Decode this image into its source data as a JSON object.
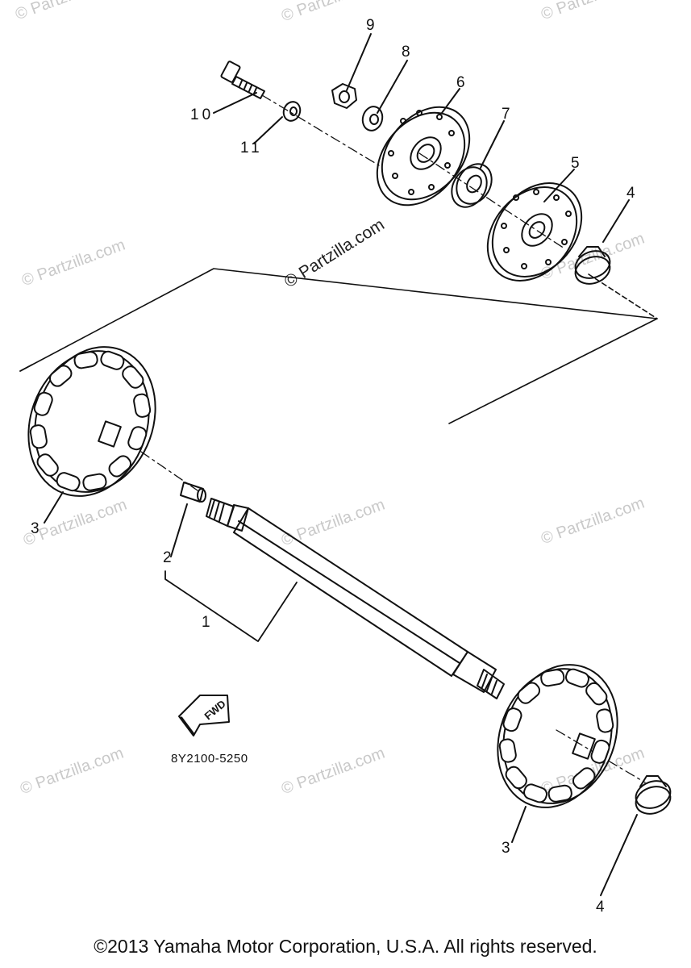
{
  "watermark": {
    "text": "© Partzilla.com",
    "main_text": "© Partzilla.com"
  },
  "callouts": [
    {
      "id": "c9",
      "label": "9"
    },
    {
      "id": "c8",
      "label": "8"
    },
    {
      "id": "c6",
      "label": "6"
    },
    {
      "id": "c7",
      "label": "7"
    },
    {
      "id": "c10",
      "label": "10"
    },
    {
      "id": "c11",
      "label": "11"
    },
    {
      "id": "c5",
      "label": "5"
    },
    {
      "id": "c4a",
      "label": "4"
    },
    {
      "id": "c3a",
      "label": "3"
    },
    {
      "id": "c2",
      "label": "2"
    },
    {
      "id": "c1",
      "label": "1"
    },
    {
      "id": "c3b",
      "label": "3"
    },
    {
      "id": "c4b",
      "label": "4"
    }
  ],
  "fwd_label": "FWD",
  "diagram_code": "8Y2100-5250",
  "copyright": "©2013 Yamaha Motor Corporation, U.S.A. All rights reserved."
}
